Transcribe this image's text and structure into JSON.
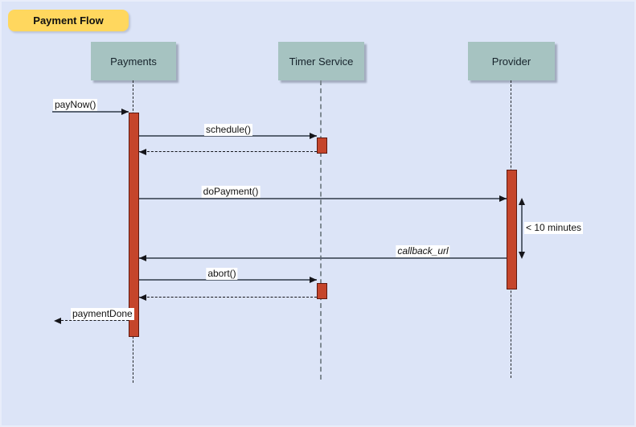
{
  "diagram": {
    "title": "Payment Flow",
    "actors": [
      {
        "id": "payments",
        "label": "Payments"
      },
      {
        "id": "timer-service",
        "label": "Timer Service"
      },
      {
        "id": "provider",
        "label": "Provider"
      }
    ],
    "messages": [
      {
        "label": "payNow()",
        "type": "solid",
        "from": "external",
        "to": "Payments"
      },
      {
        "label": "schedule()",
        "type": "solid",
        "from": "Payments",
        "to": "Timer Service"
      },
      {
        "label": "doPayment()",
        "type": "solid",
        "from": "Payments",
        "to": "Provider"
      },
      {
        "label": "callback_url",
        "type": "solid",
        "from": "Provider",
        "to": "Payments",
        "italic": true
      },
      {
        "label": "abort()",
        "type": "solid",
        "from": "Payments",
        "to": "Timer Service"
      },
      {
        "label": "paymentDone",
        "type": "dashed",
        "from": "Payments",
        "to": "external"
      }
    ],
    "returns": [
      {
        "from": "Timer Service",
        "to": "Payments",
        "type": "dashed"
      },
      {
        "from": "Timer Service",
        "to": "Payments",
        "type": "dashed"
      }
    ],
    "annotation": {
      "label": "< 10 minutes"
    },
    "colors": {
      "background": "#dce4f7",
      "title_fill": "#ffd75e",
      "actor_fill": "#a6c3c1",
      "activation_fill": "#c5452b",
      "activation_border": "#5e180f",
      "line": "#5a6473",
      "arrowhead": "#15151a",
      "label_background": "#ffffff"
    }
  }
}
